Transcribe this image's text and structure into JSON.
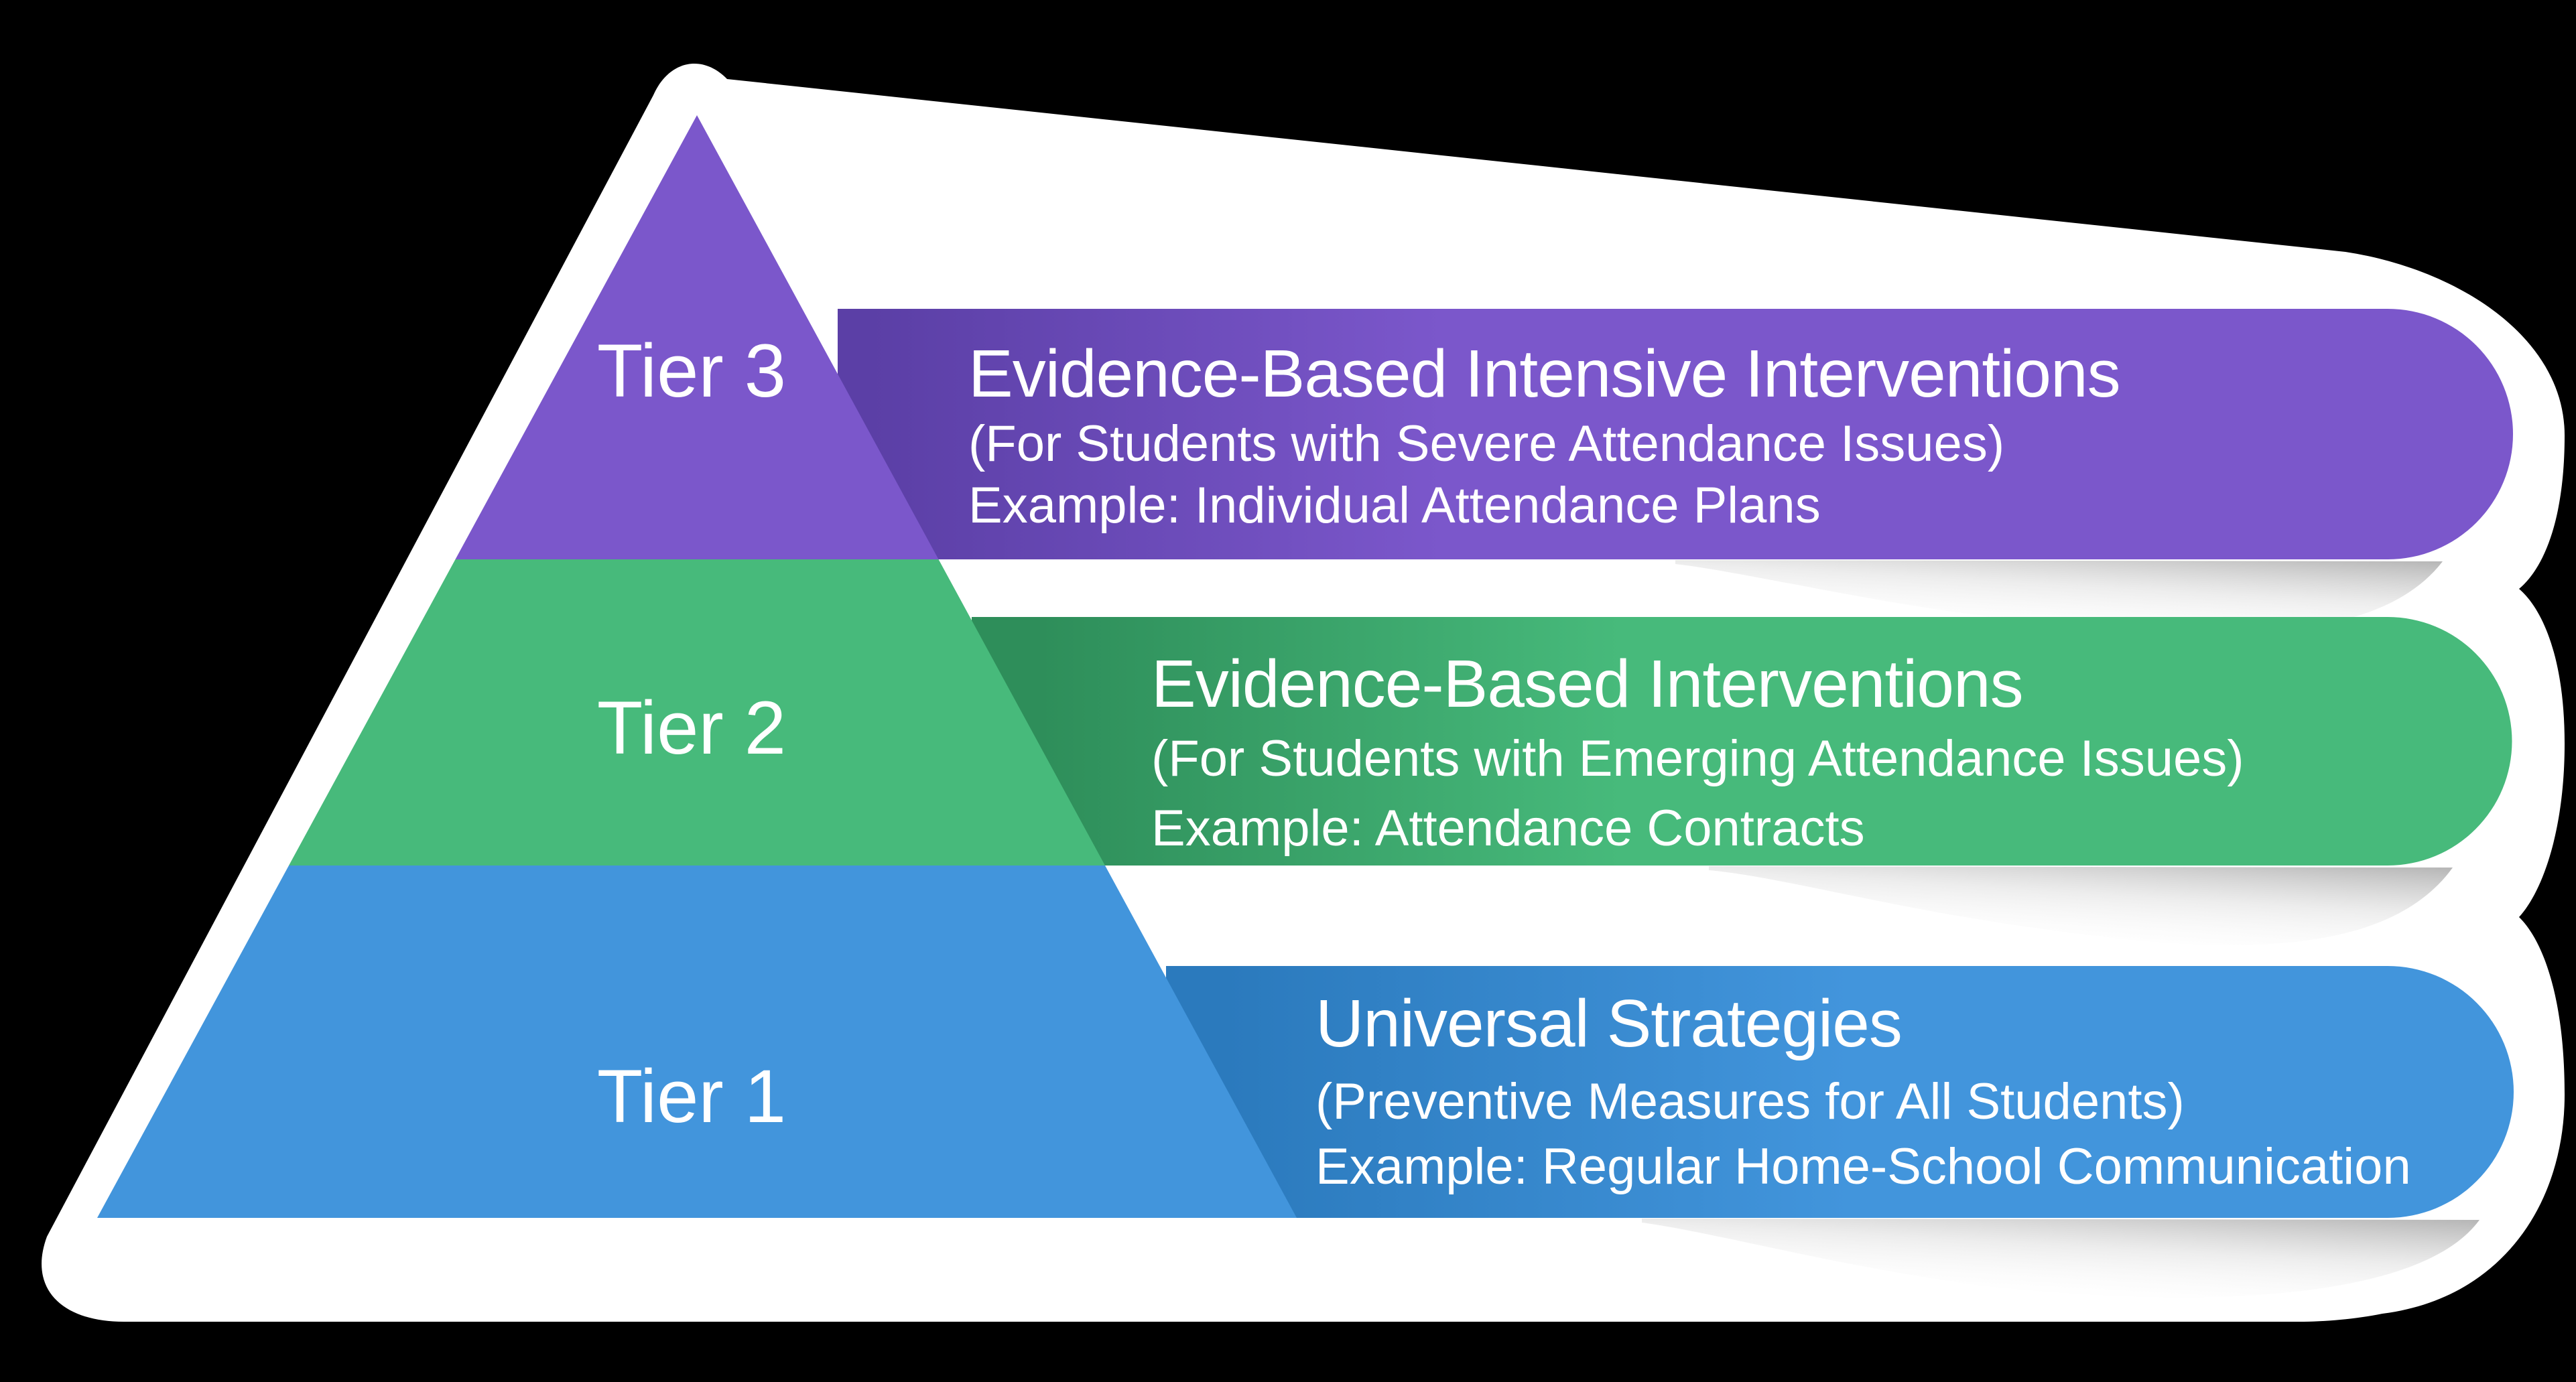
{
  "diagram": {
    "title_semantic": "Tiered attendance intervention pyramid",
    "background": "#000000",
    "outline_color": "#FFFFFF",
    "text_color": "#FFFFFF",
    "tiers": [
      {
        "label": "Tier 3",
        "color": "#7B57CB",
        "dark_color": "#5B3FA6",
        "heading": "Evidence-Based Intensive Interventions",
        "subheading": "(For Students with Severe Attendance Issues)",
        "example": "Example: Individual Attendance Plans"
      },
      {
        "label": "Tier 2",
        "color": "#47BA7B",
        "dark_color": "#2E8E5A",
        "heading": "Evidence-Based Interventions",
        "subheading": "(For Students with Emerging Attendance Issues)",
        "example": "Example: Attendance Contracts"
      },
      {
        "label": "Tier 1",
        "color": "#4295DC",
        "dark_color": "#2B7ABD",
        "heading": "Universal Strategies",
        "subheading": "(Preventive Measures for All Students)",
        "example": "Example: Regular Home-School Communication"
      }
    ]
  }
}
